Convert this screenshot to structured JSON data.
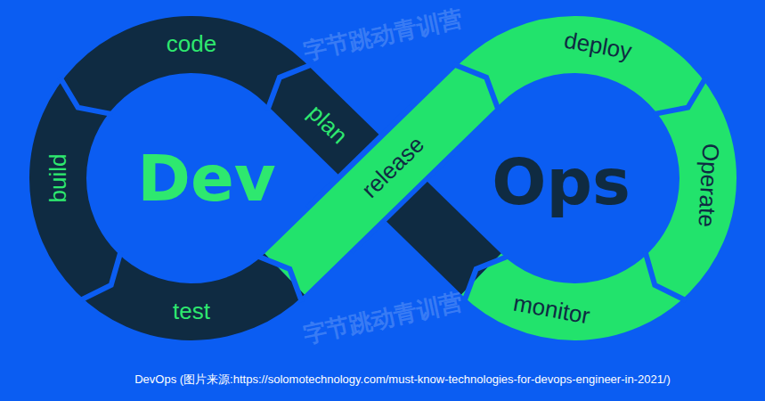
{
  "diagram": {
    "caption": "DevOps (图片来源:https://solomotechnology.com/must-know-technologies-for-devops-engineer-in-2021/)",
    "nodes": [
      {
        "text": [
          "plan"
        ]
      },
      {
        "text": [
          "code"
        ]
      },
      {
        "text": [
          "build"
        ]
      },
      {
        "text": [
          "test"
        ]
      },
      {
        "text": [
          "release"
        ]
      },
      {
        "text": [
          "deploy"
        ]
      },
      {
        "text": [
          "Operate"
        ]
      },
      {
        "text": [
          "monitor"
        ]
      }
    ],
    "labels": [
      "Dev",
      "Ops",
      "字节跳动青训营",
      "字节跳动青训营"
    ]
  }
}
